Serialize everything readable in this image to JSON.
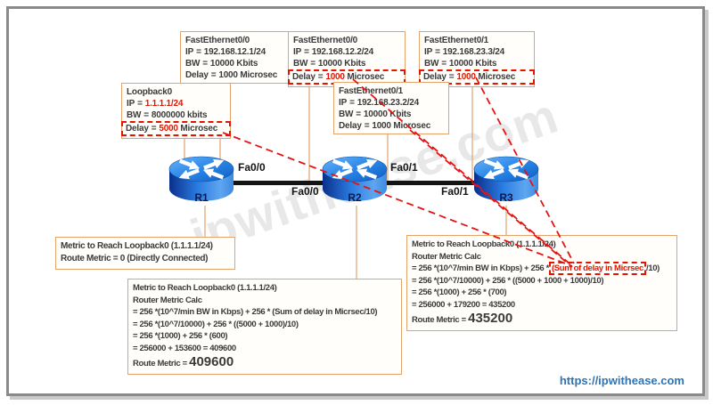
{
  "colors": {
    "box_border": "#e3a36b",
    "text": "#3b3b3b",
    "highlight_red": "#e51400",
    "footer_blue": "#2e74b5",
    "router_blue": "#2b7de2"
  },
  "labels": {
    "ip": "IP",
    "bw": "BW",
    "delay": "Delay",
    "eq": "="
  },
  "interfaces": {
    "r1_fa00": {
      "title": "FastEthernet0/0",
      "ip": "192.168.12.1/24",
      "bw": "10000 Kbits",
      "delay_value": "1000",
      "delay_unit": "Microsec"
    },
    "r2_fa00": {
      "title": "FastEthernet0/0",
      "ip": "192.168.12.2/24",
      "bw": "10000 Kbits",
      "delay_value": "1000",
      "delay_unit": "Microsec"
    },
    "r3_fa01": {
      "title": "FastEthernet0/1",
      "ip": "192.168.23.3/24",
      "bw": "10000 Kbits",
      "delay_value": "1000",
      "delay_unit": "Microsec"
    },
    "r2_fa01": {
      "title": "FastEthernet0/1",
      "ip": "192.168.23.2/24",
      "bw": "10000 Kbits",
      "delay_value": "1000",
      "delay_unit": "Microsec"
    },
    "r1_loopback": {
      "title": "Loopback0",
      "ip": "1.1.1.1/24",
      "bw": "8000000 kbits",
      "delay_value": "5000",
      "delay_unit": "Microsec"
    }
  },
  "routers": [
    {
      "name": "R1"
    },
    {
      "name": "R2"
    },
    {
      "name": "R3"
    }
  ],
  "link_labels": {
    "r1_side": "Fa0/0",
    "r2_left": "Fa0/0",
    "r2_right": "Fa0/1",
    "r3_side": "Fa0/1"
  },
  "metrics": {
    "r1": {
      "title": "Metric to Reach Loopback0 (1.1.1.1/24)",
      "line": "Route Metric = 0 (Directly Connected)"
    },
    "r2": {
      "title": "Metric to Reach Loopback0 (1.1.1.1/24)",
      "subtitle": "Router Metric Calc",
      "formula": "= 256 *(10^7/min BW in Kbps) + 256 * (Sum of delay in Micrsec/10)",
      "step1": "= 256 *(10^7/10000) + 256 * ((5000 + 1000)/10)",
      "step2": "= 256 *(1000) + 256 * (600)",
      "step3": "= 256000 + 153600  = 409600",
      "result_label": "Route Metric = ",
      "result": "409600"
    },
    "r3": {
      "title": "Metric to Reach Loopback0 (1.1.1.1/24)",
      "subtitle": "Router Metric Calc",
      "formula_prefix": "= 256 *(10^7/min BW in Kbps) + 256 *",
      "formula_highlight": "(Sum of delay in Micrsec",
      "formula_suffix": "/10)",
      "step1": "= 256 *(10^7/10000) + 256 * ((5000 + 1000 + 1000)/10)",
      "step2": "= 256 *(1000) + 256 * (700)",
      "step3": "= 256000 + 179200  = 435200",
      "result_label": "Route Metric = ",
      "result": "435200"
    }
  },
  "watermark": "ipwithease.com",
  "footer_url": "https://ipwithease.com"
}
